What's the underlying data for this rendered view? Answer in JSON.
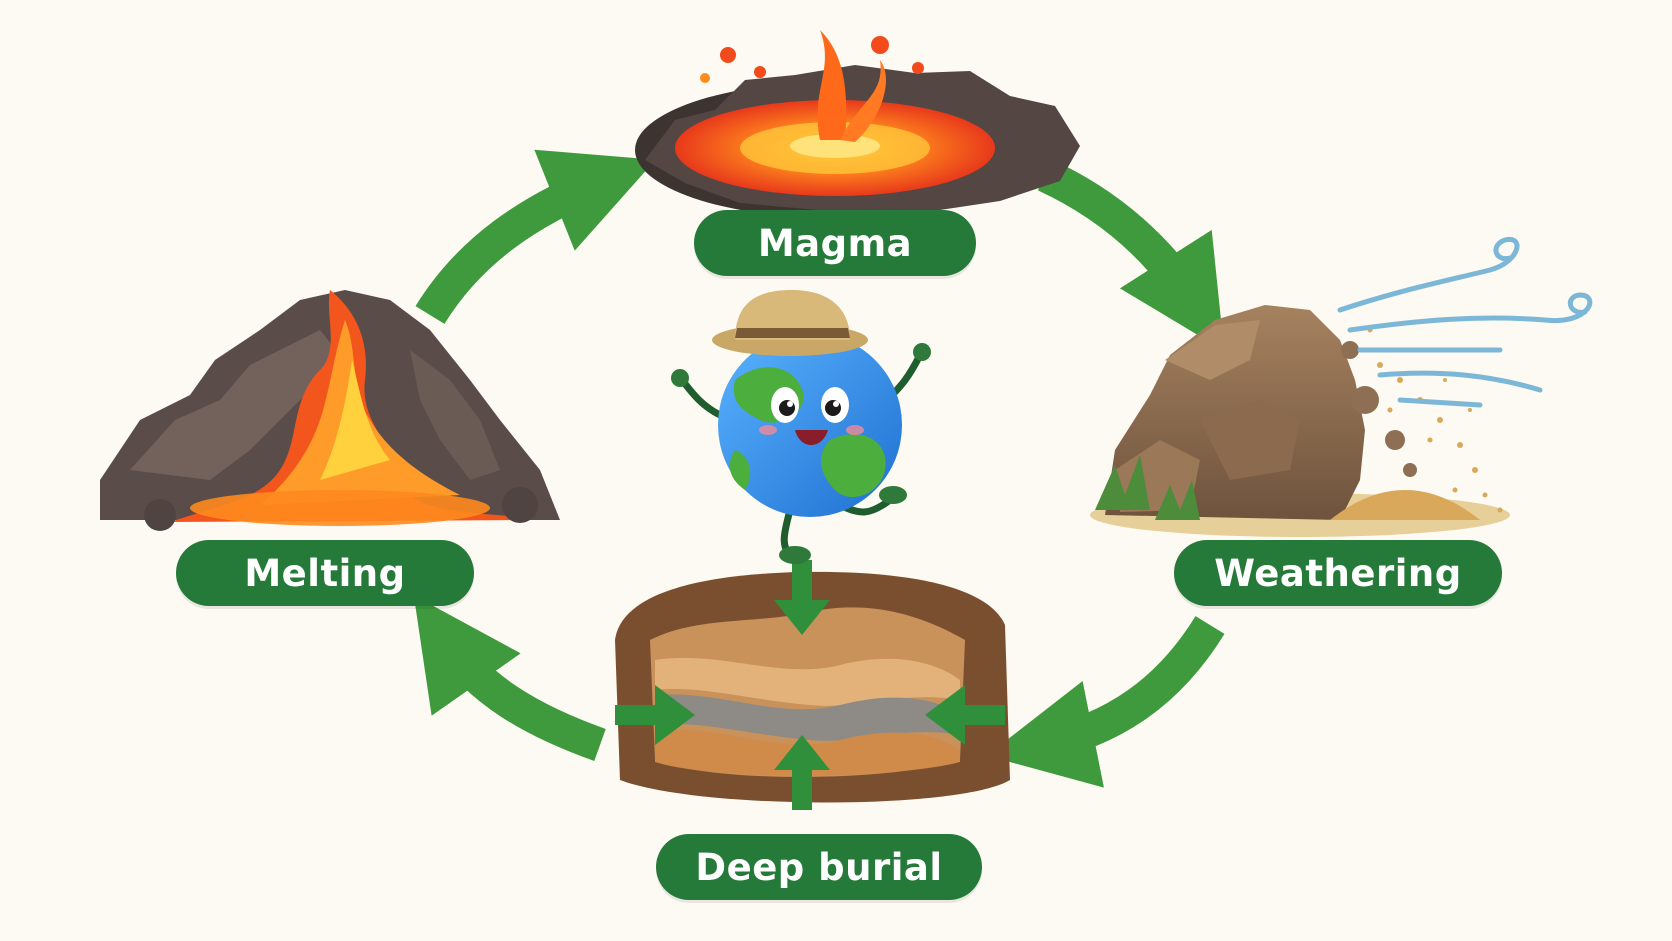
{
  "stages": {
    "magma": "Magma",
    "melting": "Melting",
    "weathering": "Weathering",
    "deep_burial": "Deep burial"
  },
  "colors": {
    "background": "#fcfaf2",
    "label_fill": "#257a3a",
    "label_text": "#ffffff",
    "cycle_arrow": "#3f9a3d",
    "lava": "#f25a1a",
    "lava_glow": "#ffb020",
    "rock_dark": "#4f4441",
    "rock_brown": "#8a6a4e",
    "sand": "#d9a85a",
    "wind": "#7db7d8",
    "earth_ocean": "#2f8fe0",
    "earth_land": "#4cae3c",
    "hat": "#c9a767"
  },
  "icons": [
    "magma-pool-icon",
    "erupting-volcano-icon",
    "weathering-rock-icon",
    "wind-icon",
    "sediment-layers-icon",
    "earth-explorer-mascot-icon",
    "compression-arrows-icon"
  ]
}
